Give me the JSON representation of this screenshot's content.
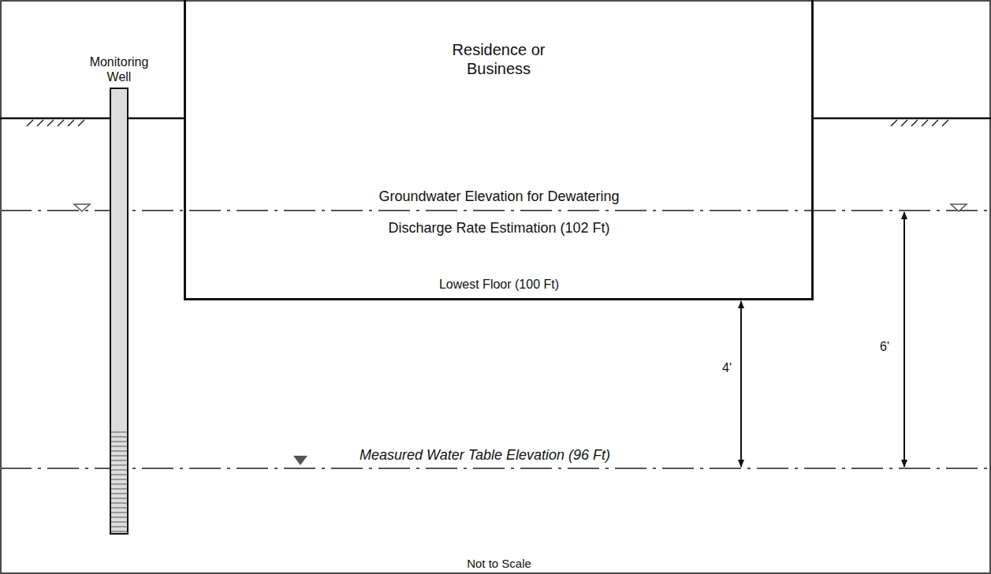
{
  "diagram": {
    "nodes": [
      {
        "text": [
          "Monitoring Well"
        ]
      },
      {
        "text": [
          "Residence or Business"
        ]
      }
    ],
    "labels": [
      "Groundwater Elevation for Dewatering",
      "Discharge Rate Estimation (102 Ft)",
      "Lowest Floor (100 Ft)",
      "4'",
      "6'",
      "Measured Water Table Elevation (96 Ft)",
      "Not to Scale"
    ]
  }
}
